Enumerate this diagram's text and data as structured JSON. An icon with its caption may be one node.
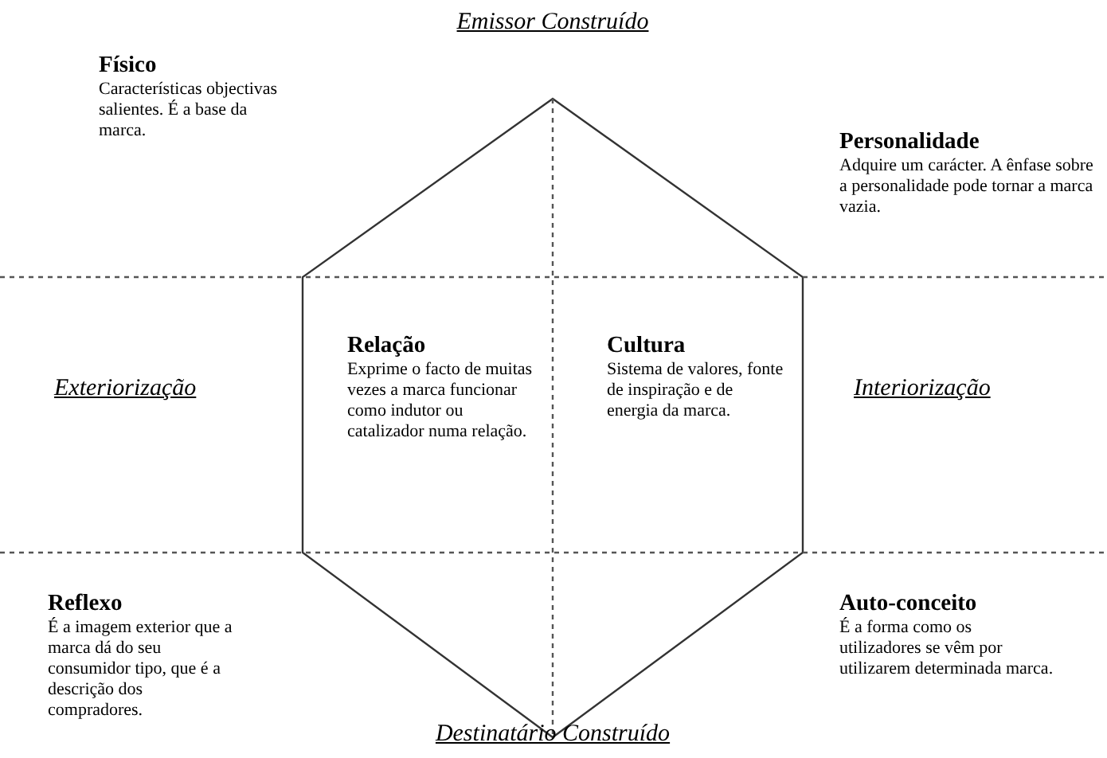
{
  "diagram": {
    "nodes": [
      {
        "text": [
          "Físico",
          "Características objectivas salientes. É a base da marca."
        ]
      },
      {
        "text": [
          "Personalidade",
          "Adquire um carácter. A ênfase sobre a personalidade pode tornar a marca vazia."
        ]
      },
      {
        "text": [
          "Relação",
          "Exprime o facto de muitas vezes a marca funcionar como indutor ou catalizador numa relação."
        ]
      },
      {
        "text": [
          "Cultura",
          "Sistema de valores, fonte de inspiração e de energia da marca."
        ]
      },
      {
        "text": [
          "Reflexo",
          "É a imagem exterior que a marca dá do seu consumidor tipo, que é a descrição dos compradores."
        ]
      },
      {
        "text": [
          "Auto-conceito",
          "É a forma como os utilizadores se vêm por utilizarem determinada marca."
        ]
      }
    ],
    "labels": [
      "Emissor Construído",
      "Exteriorização",
      "Interiorização",
      "Destinatário Construído"
    ]
  }
}
